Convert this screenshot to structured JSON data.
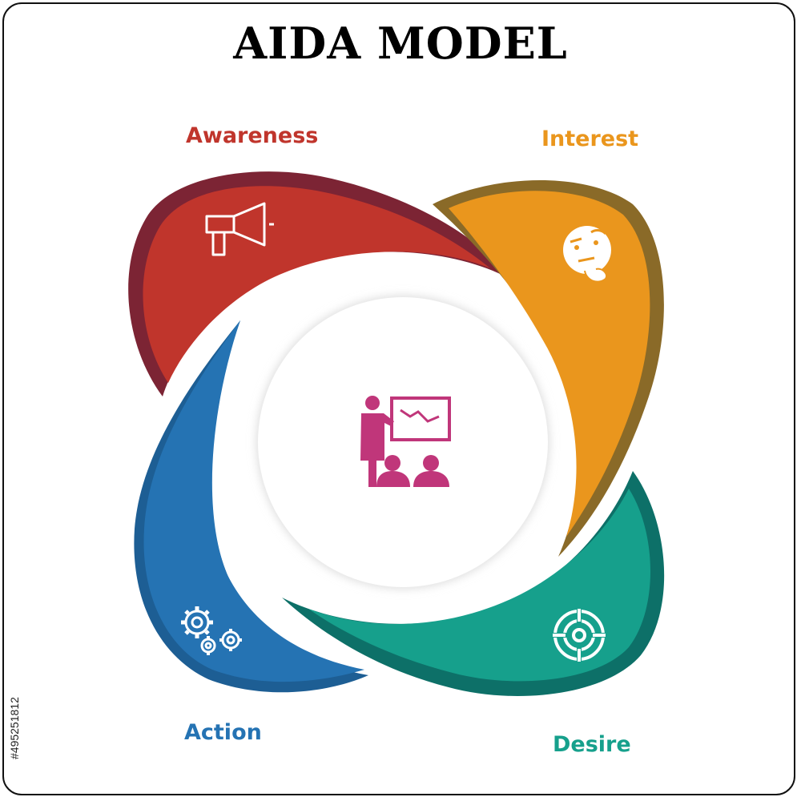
{
  "title": "AIDA MODEL",
  "stages": [
    {
      "key": "awareness",
      "label": "Awareness",
      "color": "#c0352c",
      "shade": "#7c2434",
      "icon": "megaphone-icon"
    },
    {
      "key": "interest",
      "label": "Interest",
      "color": "#ea961d",
      "shade": "#8a6a28",
      "icon": "thinking-face-icon"
    },
    {
      "key": "desire",
      "label": "Desire",
      "color": "#16a08c",
      "shade": "#0d7068",
      "icon": "target-icon"
    },
    {
      "key": "action",
      "label": "Action",
      "color": "#2573b3",
      "shade": "#1d5e94",
      "icon": "gears-icon"
    }
  ],
  "center": {
    "icon": "presentation-icon",
    "color": "#c0367a"
  },
  "watermark": {
    "id": "#495251812"
  }
}
